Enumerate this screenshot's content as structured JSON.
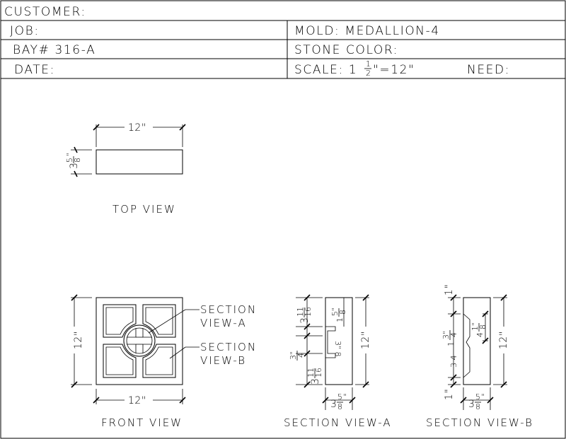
{
  "title_block": {
    "customer": "CUSTOMER:",
    "job": "JOB:",
    "bay": "BAY# 316-A",
    "date": "DATE:",
    "mold": "MOLD: MEDALLION-4",
    "stone_color": "STONE COLOR:",
    "scale_prefix": "SCALE: 1",
    "scale_frac_num": "1",
    "scale_frac_den": "2",
    "scale_suffix": "\"=12\"",
    "need": "NEED:"
  },
  "views": {
    "top": {
      "label": "TOP VIEW",
      "width_dim": "12\"",
      "depth_whole": "3",
      "depth_num": "5",
      "depth_den": "8",
      "depth_unit": "\""
    },
    "front": {
      "label": "FRONT VIEW",
      "width_dim": "12\"",
      "height_dim": "12\"",
      "callout_a_line1": "SECTION",
      "callout_a_line2": "VIEW-A",
      "callout_b_line1": "SECTION",
      "callout_b_line2": "VIEW-B"
    },
    "section_a": {
      "label": "SECTION VIEW-A",
      "height_dim": "12\"",
      "depth_whole": "3",
      "depth_num": "5",
      "depth_den": "8",
      "depth_unit": "\"",
      "top_whole": "3",
      "top_num": "11",
      "top_den": "16",
      "bottom_whole": "3",
      "bottom_num": "11",
      "bottom_den": "16",
      "mid_num": "3\"",
      "mid_den": "4",
      "right_whole": "1",
      "right_num": "5\"",
      "right_den": "8",
      "inner_text": "3\"\n8"
    },
    "section_b": {
      "label": "SECTION VIEW-B",
      "height_dim": "12\"",
      "depth_whole": "3",
      "depth_num": "5",
      "depth_den": "8",
      "depth_unit": "\"",
      "top_dim": "1\"",
      "bottom_dim": "1\"",
      "mid_whole": "1",
      "mid_num": "3\"",
      "mid_den": "4",
      "right_whole": "4",
      "right_num": "1\"",
      "right_den": "8",
      "small_frac": "3\n4"
    }
  }
}
